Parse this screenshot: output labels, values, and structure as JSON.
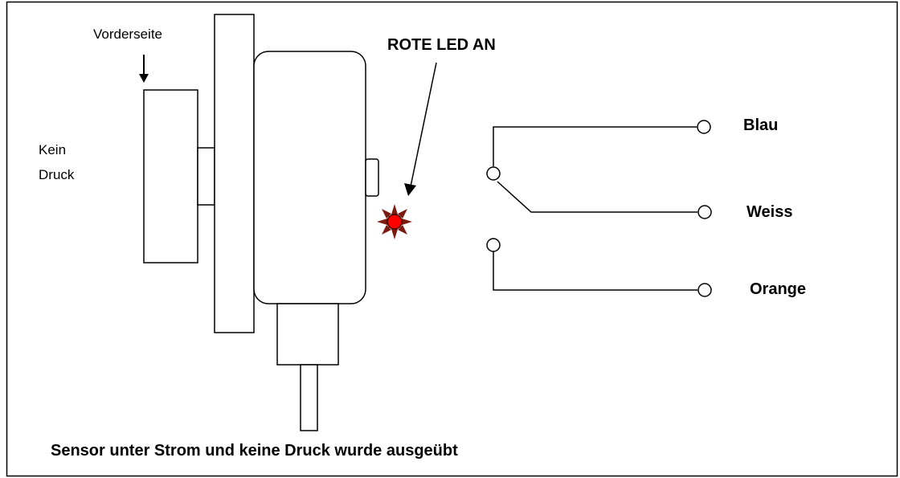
{
  "labels": {
    "front_side": "Vorderseite",
    "no_pressure_line1": "Kein",
    "no_pressure_line2": "Druck",
    "led_status": "ROTE LED AN",
    "wire_blue": "Blau",
    "wire_white": "Weiss",
    "wire_orange": "Orange",
    "caption": "Sensor unter Strom und keine Druck wurde ausgeübt"
  },
  "colors": {
    "led_fill": "#ff0000",
    "led_rays": "#7a1a10",
    "stroke": "#000000"
  },
  "state": {
    "led_on": true,
    "switch_position": "upper-contact-to-white"
  }
}
